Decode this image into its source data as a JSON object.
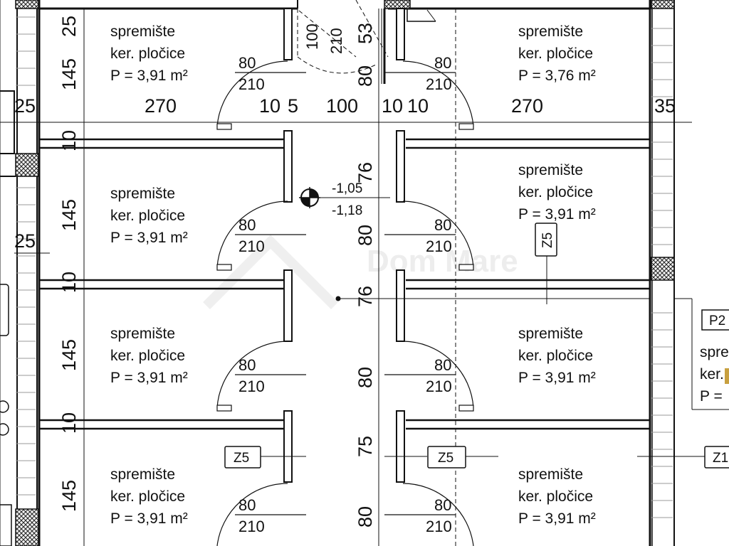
{
  "rooms": [
    {
      "name": "spremište",
      "floor": "ker. pločice",
      "area": "P = 3,91 m²"
    },
    {
      "name": "spremište",
      "floor": "ker. pločice",
      "area": "P = 3,76 m²"
    },
    {
      "name": "spremište",
      "floor": "ker. pločice",
      "area": "P = 3,91 m²"
    },
    {
      "name": "spremište",
      "floor": "ker. pločice",
      "area": "P = 3,91 m²"
    },
    {
      "name": "spremište",
      "floor": "ker. pločice",
      "area": "P = 3,91 m²"
    },
    {
      "name": "spremište",
      "floor": "ker. pločice",
      "area": "P = 3,91 m²"
    },
    {
      "name": "spremište",
      "floor": "ker. pločice",
      "area": "P = 3,91 m²"
    },
    {
      "name": "spremište",
      "floor": "ker. pločice",
      "area": "P = 3,91 m²"
    }
  ],
  "side_room": {
    "tag": "P2",
    "name": "spre",
    "floor": "ker.",
    "area": "P ="
  },
  "doors": {
    "width": "80",
    "height": "210"
  },
  "top_door": {
    "width": "100",
    "height": "210"
  },
  "levels": {
    "upper": "-1,05",
    "lower": "-1,18"
  },
  "tags": {
    "z5": "Z5",
    "z1": "Z1"
  },
  "dims": {
    "h_row": [
      "25",
      "270",
      "10",
      "5",
      "100",
      "10",
      "10",
      "270",
      "35"
    ],
    "left_col": [
      "25",
      "145",
      "10",
      "145",
      "10",
      "145",
      "10",
      "145"
    ],
    "left_extra": "25",
    "corridor": [
      "53",
      "80",
      "76",
      "80",
      "76",
      "80",
      "75",
      "80"
    ]
  },
  "watermark": "Dom Mare"
}
